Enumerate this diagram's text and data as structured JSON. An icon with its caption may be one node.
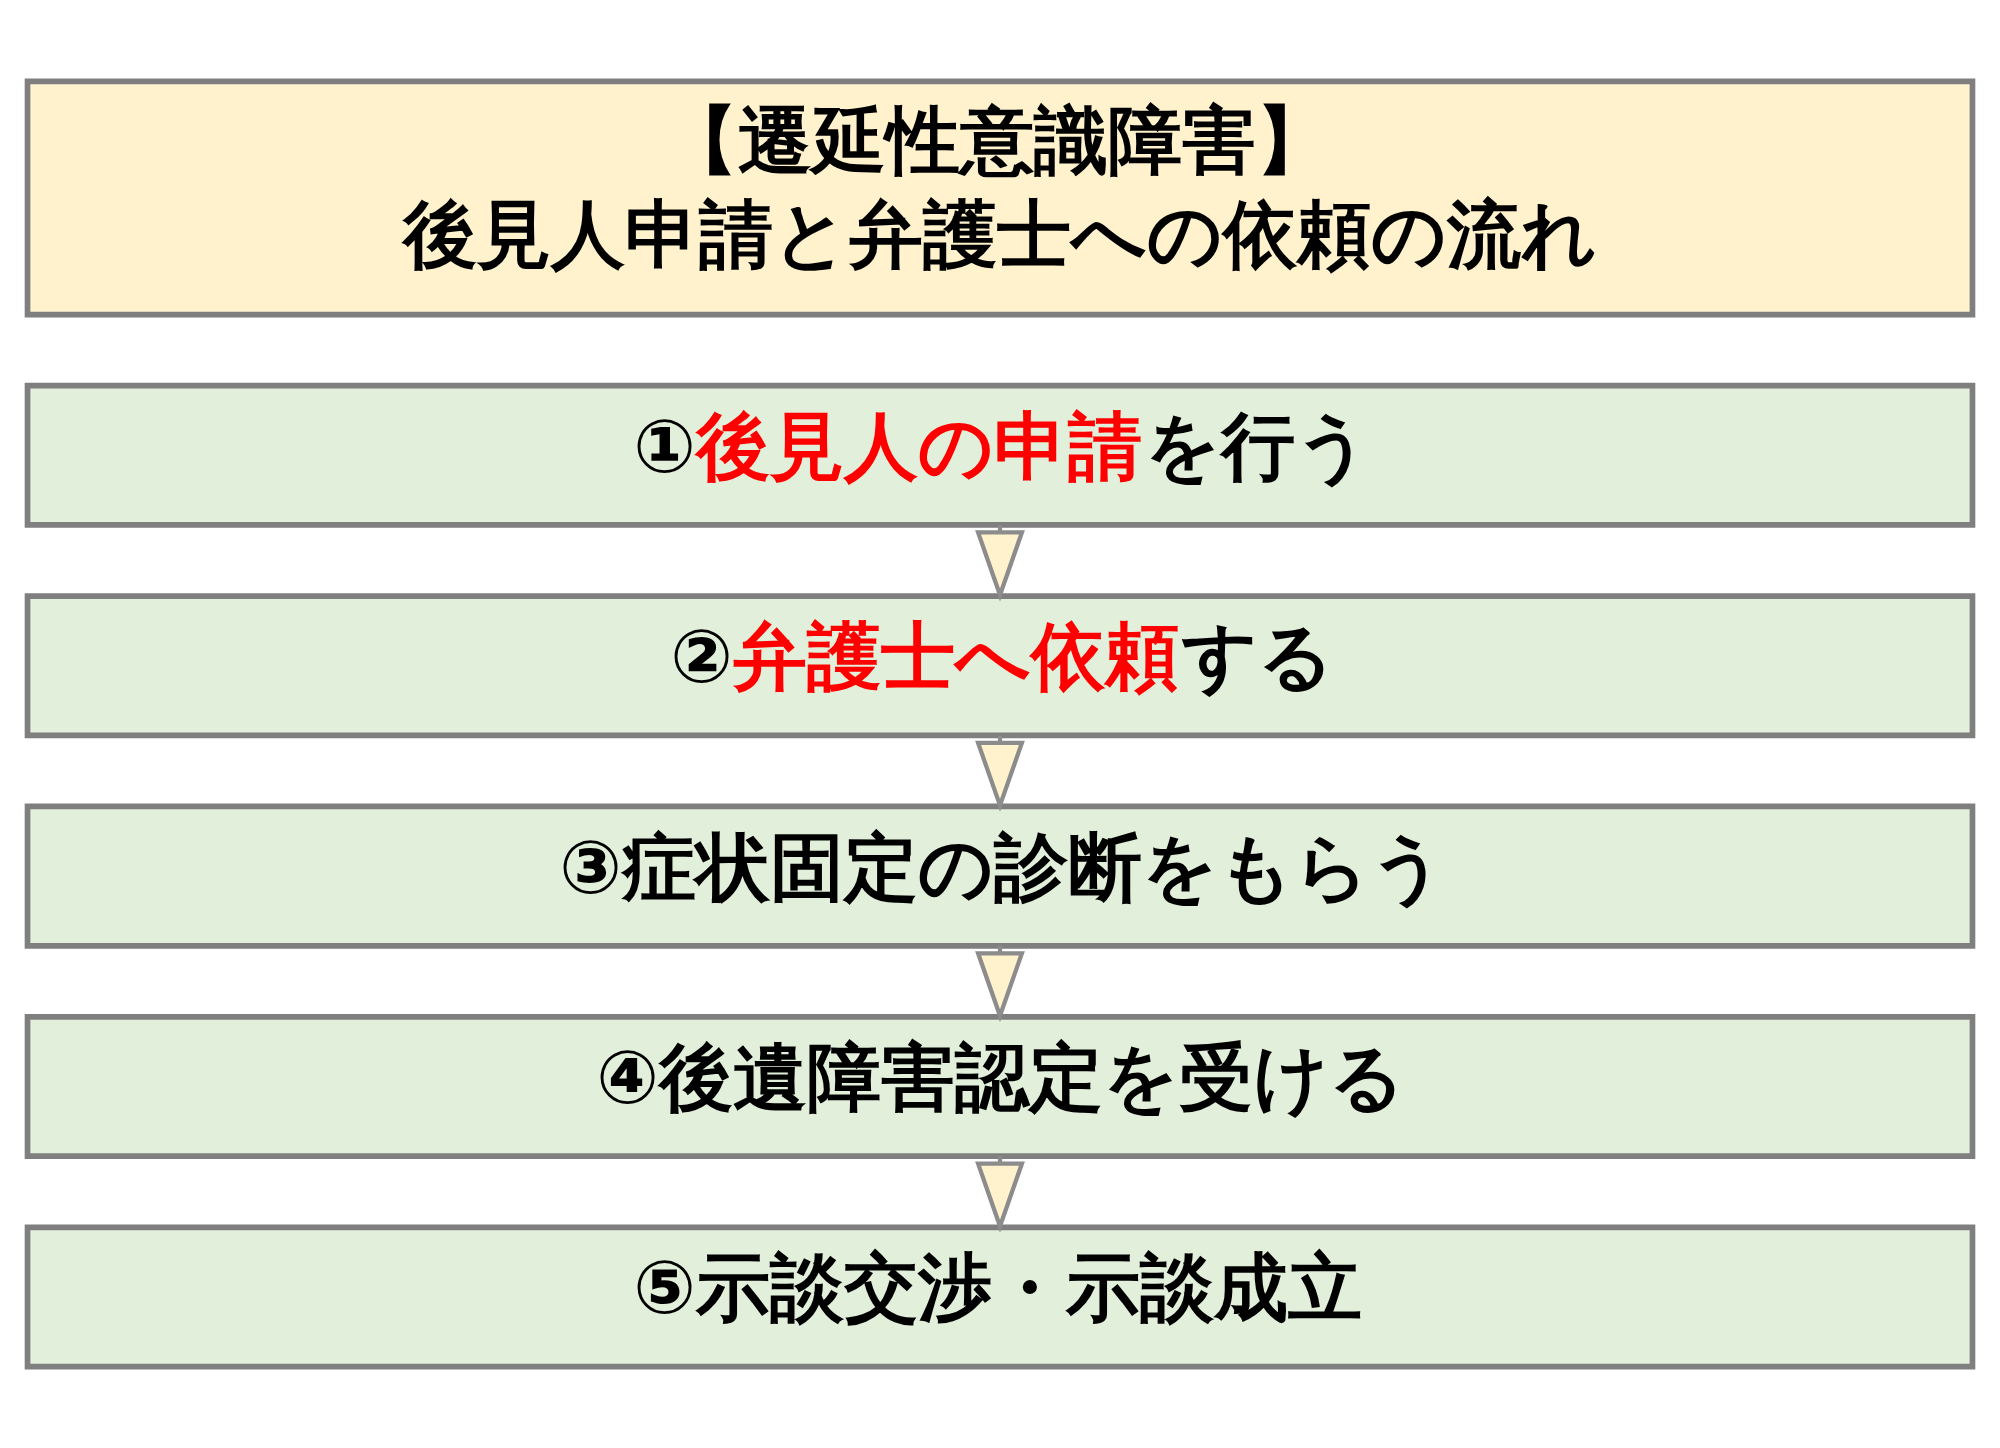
{
  "diagram": {
    "nodes": [
      {
        "text": [
          "【遷延性意識障害】",
          "後見人申請と弁護士への依頼の流れ"
        ]
      },
      {
        "text": [
          "①**後見人の申請**を行う"
        ]
      },
      {
        "text": [
          "②**弁護士へ依頼**する"
        ]
      },
      {
        "text": [
          "③症状固定の診断をもらう"
        ]
      },
      {
        "text": [
          "④後遺障害認定を受ける"
        ]
      },
      {
        "text": [
          "⑤示談交渉・示談成立"
        ]
      }
    ],
    "edges": [
      {
        "from": 1,
        "to": 2,
        "arrow": "to"
      },
      {
        "from": 2,
        "to": 3,
        "arrow": "to"
      },
      {
        "from": 3,
        "to": 4,
        "arrow": "to"
      },
      {
        "from": 4,
        "to": 5,
        "arrow": "to"
      }
    ]
  }
}
